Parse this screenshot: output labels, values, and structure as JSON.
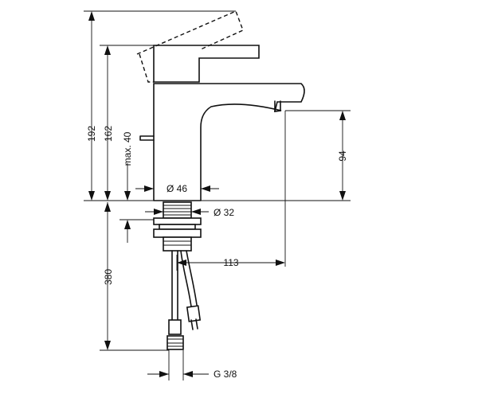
{
  "dimensions": {
    "overall_height": "192",
    "height_to_handle": "162",
    "max_thickness": "max. 40",
    "spout_height": "94",
    "base_diameter": "Ø 46",
    "shank_diameter": "Ø 32",
    "spout_reach": "113",
    "hose_length": "380",
    "connection_thread": "G 3/8"
  }
}
